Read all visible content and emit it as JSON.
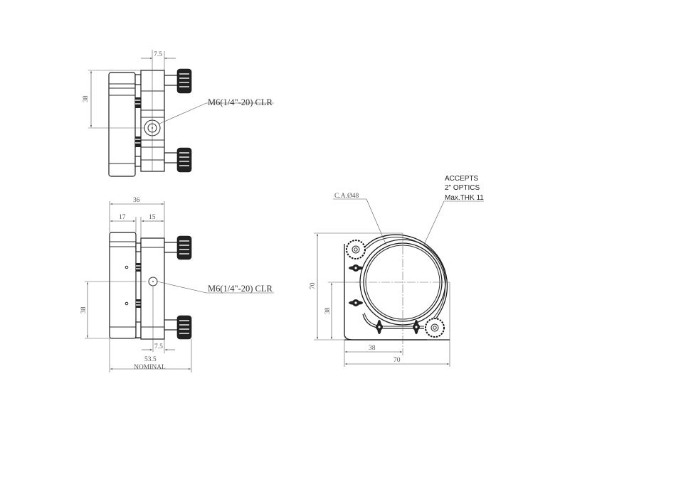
{
  "drawing": {
    "title": "Kinematic mirror mount for 2\" optics — technical drawing",
    "units": "mm",
    "side_view_top": {
      "dim_knob_offset": "7.5",
      "dim_height": "38",
      "callout": "M6(1/4\"-20) CLR"
    },
    "side_view_bottom": {
      "dim_overall_depth": "36",
      "dim_front_plate": "17",
      "dim_rear_plate": "15",
      "dim_height": "38",
      "dim_knob_offset": "7.5",
      "dim_nominal_value": "53.5",
      "dim_nominal_label": "NOMINAL",
      "callout": "M6(1/4\"-20) CLR"
    },
    "front_view": {
      "clear_aperture_label": "C.A.Ø48",
      "accepts_line1": "ACCEPTS",
      "accepts_line2": "2\" OPTICS",
      "accepts_line3": "Max.THK 11",
      "dim_height_overall": "70",
      "dim_height_center": "38",
      "dim_width_center": "38",
      "dim_width_overall": "70"
    }
  }
}
